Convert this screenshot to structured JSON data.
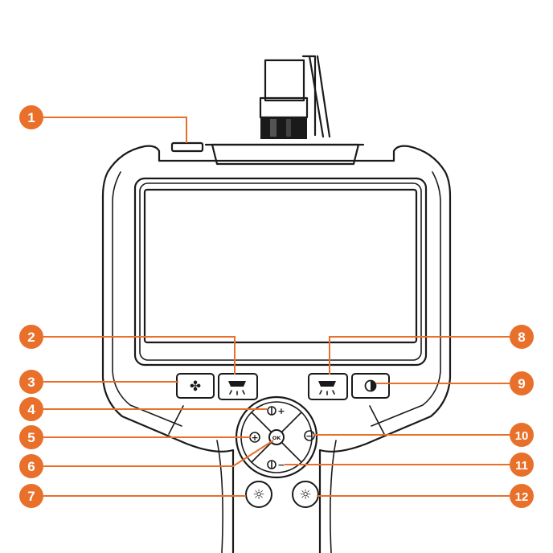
{
  "accent_color": "#e8702a",
  "callouts": [
    {
      "number": "1",
      "icon": ""
    },
    {
      "number": "2",
      "icon": "led-light-left-icon"
    },
    {
      "number": "3",
      "icon": "fan-icon"
    },
    {
      "number": "4",
      "icon": "brightness-up-icon"
    },
    {
      "number": "5",
      "icon": "zoom-in-icon"
    },
    {
      "number": "6",
      "icon": "ok-icon"
    },
    {
      "number": "7",
      "icon": "settings-sun-icon"
    },
    {
      "number": "8",
      "icon": "led-light-right-icon"
    },
    {
      "number": "9",
      "icon": "contrast-icon"
    },
    {
      "number": "10",
      "icon": "zoom-out-icon"
    },
    {
      "number": "11",
      "icon": "brightness-down-icon"
    },
    {
      "number": "12",
      "icon": "settings-sun-icon"
    }
  ],
  "labels": {
    "ok": "OK",
    "plus": "+",
    "minus": "−",
    "zoom_in": "+",
    "zoom_out": "−"
  }
}
